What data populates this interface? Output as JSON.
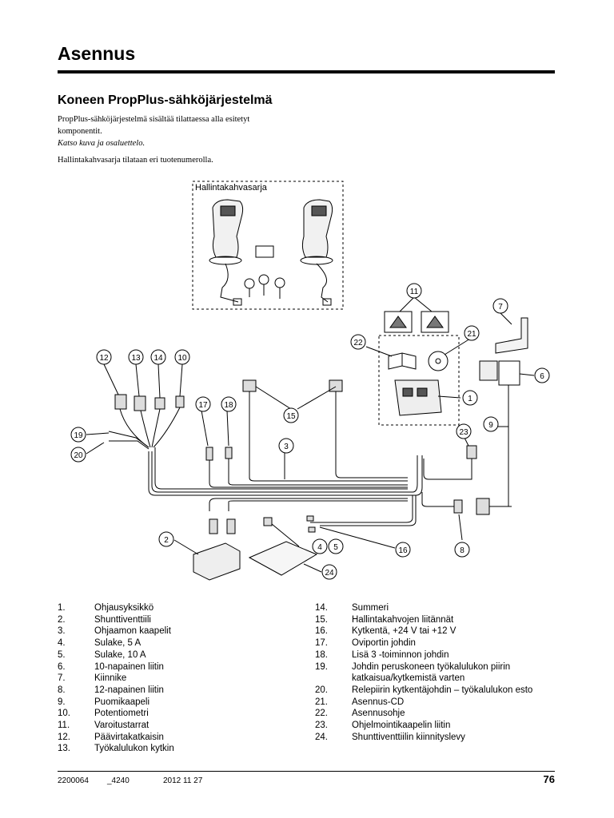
{
  "header": {
    "section_title": "Asennus"
  },
  "intro": {
    "subtitle": "Koneen PropPlus-sähköjärjestelmä",
    "para1_line1": "PropPlus-sähköjärjestelmä sisältää tilattaessa alla esitetyt",
    "para1_line2": "komponentit.",
    "para1_italic": "Katso kuva ja osaluettelo.",
    "para2": "Hallintakahvasarja tilataan eri tuotenumerolla."
  },
  "figure": {
    "kit_label": "Hallintakahvasarja",
    "callouts": [
      "1",
      "2",
      "3",
      "4",
      "5",
      "6",
      "7",
      "8",
      "9",
      "10",
      "11",
      "12",
      "13",
      "14",
      "15",
      "16",
      "17",
      "18",
      "19",
      "20",
      "21",
      "22",
      "23",
      "24"
    ]
  },
  "parts_left": [
    {
      "num": "1.",
      "text": "Ohjausyksikkö"
    },
    {
      "num": "2.",
      "text": "Shunttiventtiili"
    },
    {
      "num": "3.",
      "text": "Ohjaamon kaapelit"
    },
    {
      "num": "4.",
      "text": "Sulake, 5 A"
    },
    {
      "num": "5.",
      "text": "Sulake, 10 A"
    },
    {
      "num": "6.",
      "text": "10-napainen liitin"
    },
    {
      "num": "7.",
      "text": "Kiinnike"
    },
    {
      "num": "8.",
      "text": "12-napainen liitin"
    },
    {
      "num": "9.",
      "text": "Puomikaapeli"
    },
    {
      "num": "10.",
      "text": "Potentiometri"
    },
    {
      "num": "11.",
      "text": "Varoitustarrat"
    },
    {
      "num": "12.",
      "text": "Päävirtakatkaisin"
    },
    {
      "num": "13.",
      "text": "Työkalulukon kytkin"
    }
  ],
  "parts_right": [
    {
      "num": "14.",
      "text": "Summeri"
    },
    {
      "num": "15.",
      "text": "Hallintakahvojen liitännät"
    },
    {
      "num": "16.",
      "text": "Kytkentä, +24 V tai +12 V"
    },
    {
      "num": "17.",
      "text": "Oviportin johdin"
    },
    {
      "num": "18.",
      "text": "Lisä 3 -toiminnon johdin"
    },
    {
      "num": "19.",
      "text": "Johdin peruskoneen työkalulukon piirin katkaisua/kytkemistä varten"
    },
    {
      "num": "20.",
      "text": "Relepiirin kytkentäjohdin – työkalulukon esto"
    },
    {
      "num": "21.",
      "text": "Asennus-CD"
    },
    {
      "num": "22.",
      "text": "Asennusohje"
    },
    {
      "num": "23.",
      "text": "Ohjelmointikaapelin liitin"
    },
    {
      "num": "24.",
      "text": "Shunttiventtiilin kiinnityslevy"
    }
  ],
  "footer": {
    "doc_number": "2200064",
    "doc_code": "_4240",
    "date": "2012 11 27",
    "page_number": "76"
  }
}
